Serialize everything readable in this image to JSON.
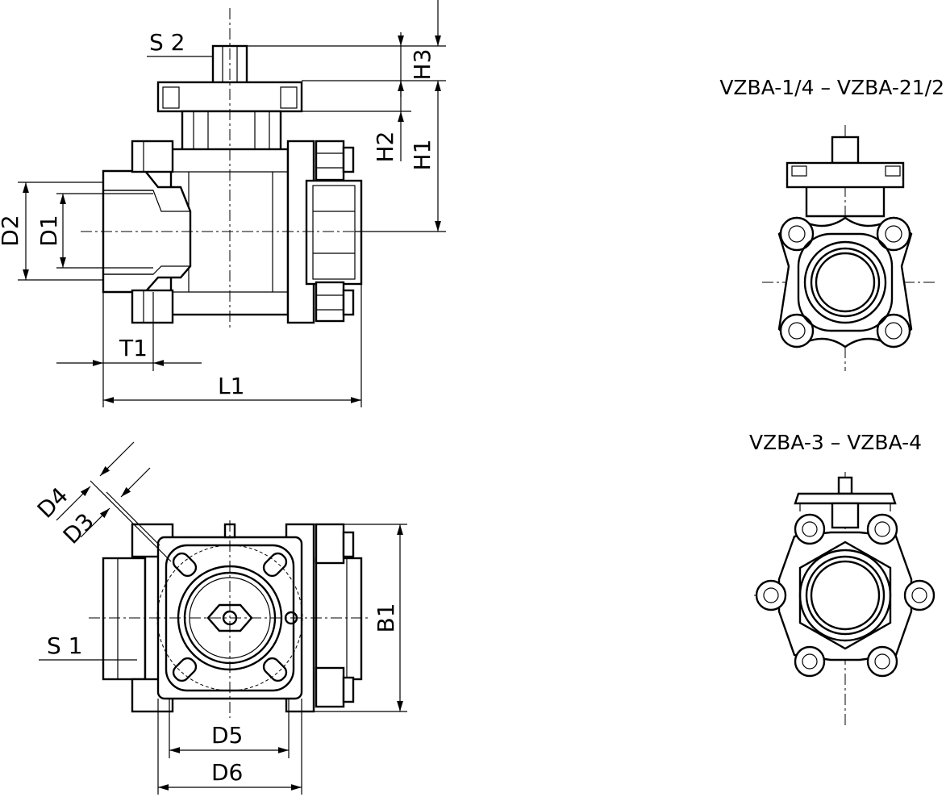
{
  "dimension_labels": {
    "S2": "S 2",
    "H3": "H3",
    "H2": "H2",
    "H1": "H1",
    "D2": "D2",
    "D1": "D1",
    "T1": "T1",
    "L1": "L1",
    "D4": "D4",
    "D3": "D3",
    "S1": "S 1",
    "B1": "B1",
    "D5": "D5",
    "D6": "D6"
  },
  "variant_captions": {
    "small": "VZBA-1/4 – VZBA-21/2",
    "large": "VZBA-3 – VZBA-4"
  }
}
